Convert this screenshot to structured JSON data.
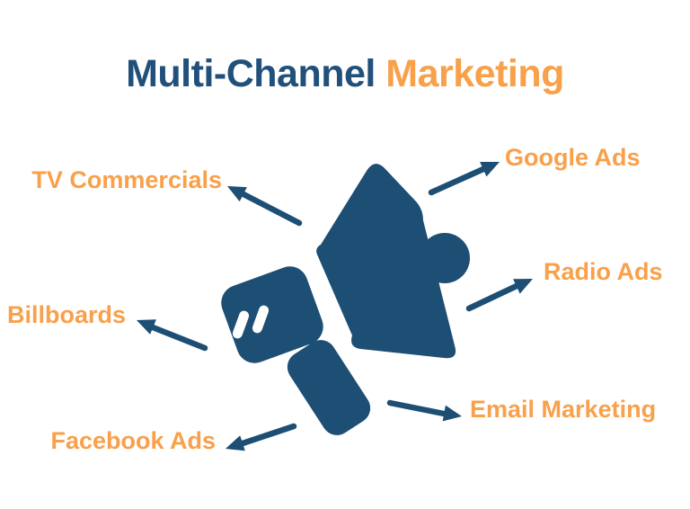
{
  "title": {
    "part1": "Multi-Channel",
    "part2": "Marketing"
  },
  "icon": "megaphone-icon",
  "channels": [
    {
      "label": "TV Commercials",
      "side": "left"
    },
    {
      "label": "Google Ads",
      "side": "right"
    },
    {
      "label": "Radio Ads",
      "side": "right"
    },
    {
      "label": "Billboards",
      "side": "left"
    },
    {
      "label": "Email Marketing",
      "side": "right"
    },
    {
      "label": "Facebook Ads",
      "side": "left"
    }
  ],
  "colors": {
    "title_blue": "#21507b",
    "accent_orange": "#f9a04a",
    "icon_blue": "#1d4e74",
    "background": "#ffffff"
  }
}
